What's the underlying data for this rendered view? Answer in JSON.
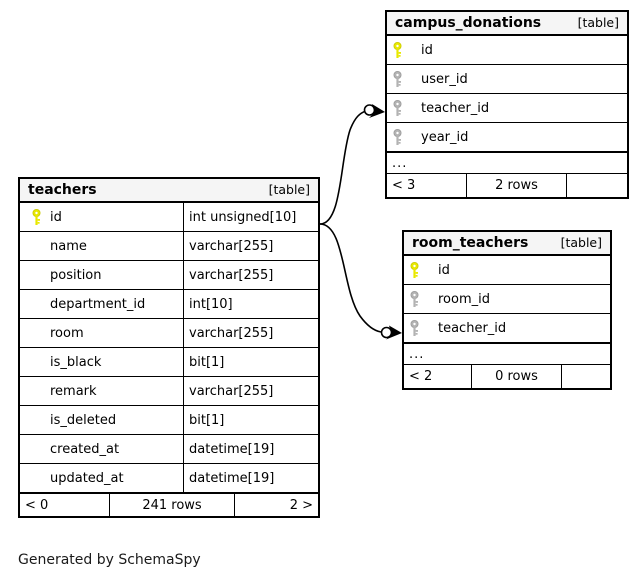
{
  "diagram": {
    "tool_caption": "Generated by SchemaSpy",
    "kind_label": "[table]",
    "ellipsis": "...",
    "colors": {
      "primary_key": "#e8e800",
      "foreign_key": "#b3b3b3",
      "border": "#000000",
      "header_bg": "#f5f5f5",
      "background": "#ffffff"
    }
  },
  "tables": {
    "teachers": {
      "name": "teachers",
      "kind": "[table]",
      "columns": [
        {
          "key": "primary",
          "name": "id",
          "type": "int unsigned[10]"
        },
        {
          "key": "none",
          "name": "name",
          "type": "varchar[255]"
        },
        {
          "key": "none",
          "name": "position",
          "type": "varchar[255]"
        },
        {
          "key": "none",
          "name": "department_id",
          "type": "int[10]"
        },
        {
          "key": "none",
          "name": "room",
          "type": "varchar[255]"
        },
        {
          "key": "none",
          "name": "is_black",
          "type": "bit[1]"
        },
        {
          "key": "none",
          "name": "remark",
          "type": "varchar[255]"
        },
        {
          "key": "none",
          "name": "is_deleted",
          "type": "bit[1]"
        },
        {
          "key": "none",
          "name": "created_at",
          "type": "datetime[19]"
        },
        {
          "key": "none",
          "name": "updated_at",
          "type": "datetime[19]"
        }
      ],
      "footer": {
        "prev": "< 0",
        "rows": "241 rows",
        "next": "2 >"
      }
    },
    "campus_donations": {
      "name": "campus_donations",
      "kind": "[table]",
      "columns": [
        {
          "key": "primary",
          "name": "id"
        },
        {
          "key": "foreign",
          "name": "user_id"
        },
        {
          "key": "foreign",
          "name": "teacher_id"
        },
        {
          "key": "foreign",
          "name": "year_id"
        }
      ],
      "ellipsis": "...",
      "footer": {
        "prev": "< 3",
        "rows": "2 rows",
        "next": ""
      }
    },
    "room_teachers": {
      "name": "room_teachers",
      "kind": "[table]",
      "columns": [
        {
          "key": "primary",
          "name": "id"
        },
        {
          "key": "foreign",
          "name": "room_id"
        },
        {
          "key": "foreign",
          "name": "teacher_id"
        }
      ],
      "ellipsis": "...",
      "footer": {
        "prev": "< 2",
        "rows": "0 rows",
        "next": ""
      }
    }
  },
  "relationships": [
    {
      "from": "teachers.id",
      "to": "campus_donations.teacher_id"
    },
    {
      "from": "teachers.id",
      "to": "room_teachers.teacher_id"
    }
  ]
}
